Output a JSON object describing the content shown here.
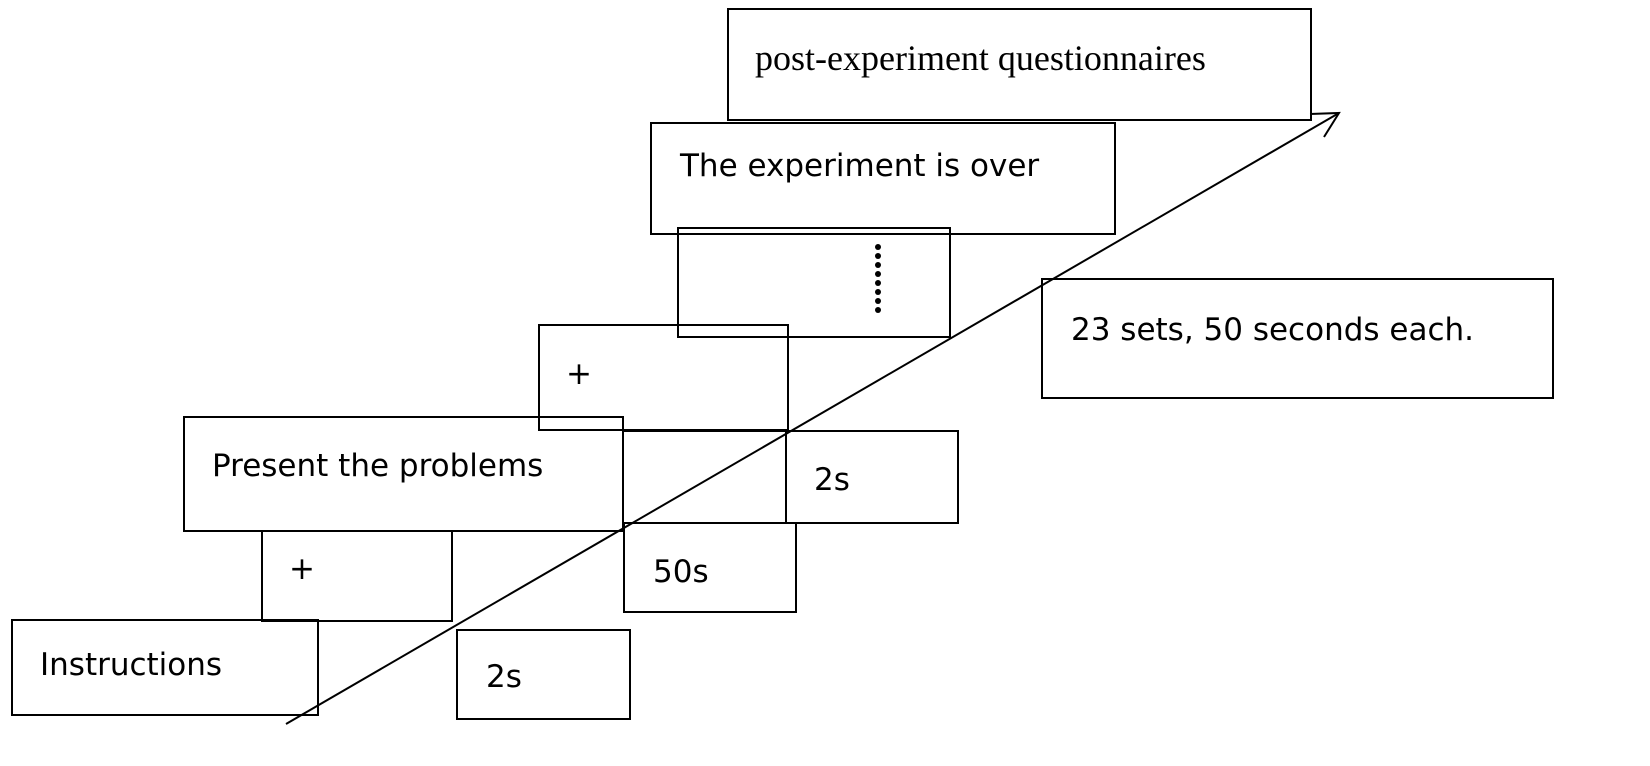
{
  "diagram": {
    "boxes": {
      "post_questionnaires": "post-experiment questionnaires",
      "experiment_over": "The experiment is over",
      "sets_note": "23 sets, 50 seconds each.",
      "fixation_upper": "+",
      "present_problems": "Present the problems",
      "duration_fixation_upper": "2s",
      "fixation_lower": "+",
      "duration_problems": "50s",
      "instructions": "Instructions",
      "duration_fixation_lower": "2s"
    },
    "colors": {
      "stroke": "#000000",
      "text": "#000000",
      "background": "#ffffff"
    },
    "icons": {
      "continuation": "vertical-ellipsis-icon",
      "timeline": "arrow-icon"
    }
  }
}
